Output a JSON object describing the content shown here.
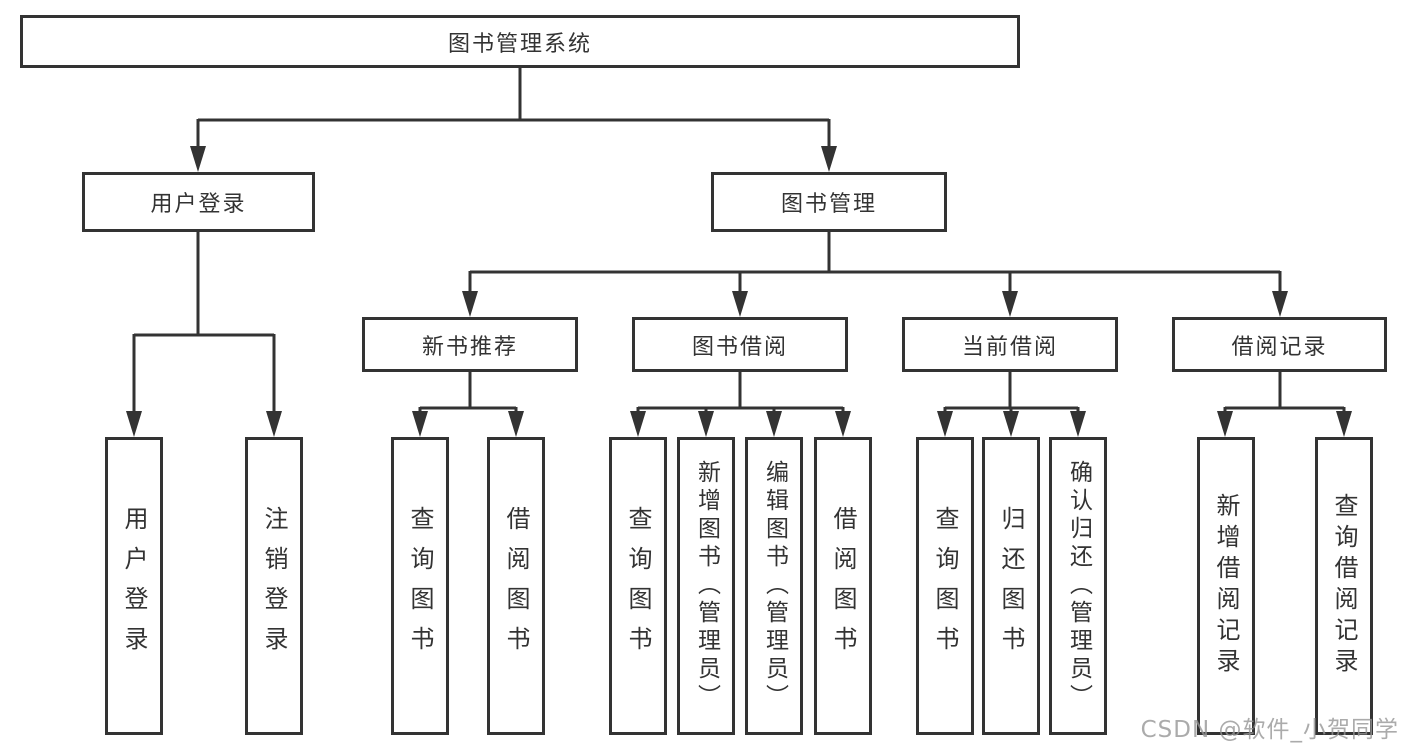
{
  "colors": {
    "line": "#333333",
    "box_border": "#333333",
    "text": "#333333",
    "background": "#ffffff",
    "watermark": "#969696"
  },
  "tree": {
    "root": {
      "label": "图书管理系统",
      "children": [
        {
          "label": "用户登录",
          "children": [
            {
              "label": "用户登录"
            },
            {
              "label": "注销登录"
            }
          ]
        },
        {
          "label": "图书管理",
          "children": [
            {
              "label": "新书推荐",
              "children": [
                {
                  "label": "查询图书"
                },
                {
                  "label": "借阅图书"
                }
              ]
            },
            {
              "label": "图书借阅",
              "children": [
                {
                  "label": "查询图书"
                },
                {
                  "label": "新增图书（管理员）"
                },
                {
                  "label": "编辑图书（管理员）"
                },
                {
                  "label": "借阅图书"
                }
              ]
            },
            {
              "label": "当前借阅",
              "children": [
                {
                  "label": "查询图书"
                },
                {
                  "label": "归还图书"
                },
                {
                  "label": "确认归还（管理员）"
                }
              ]
            },
            {
              "label": "借阅记录",
              "children": [
                {
                  "label": "新增借阅记录"
                },
                {
                  "label": "查询借阅记录"
                }
              ]
            }
          ]
        }
      ]
    }
  },
  "watermark": {
    "text": "CSDN @软件_小贺同学"
  }
}
